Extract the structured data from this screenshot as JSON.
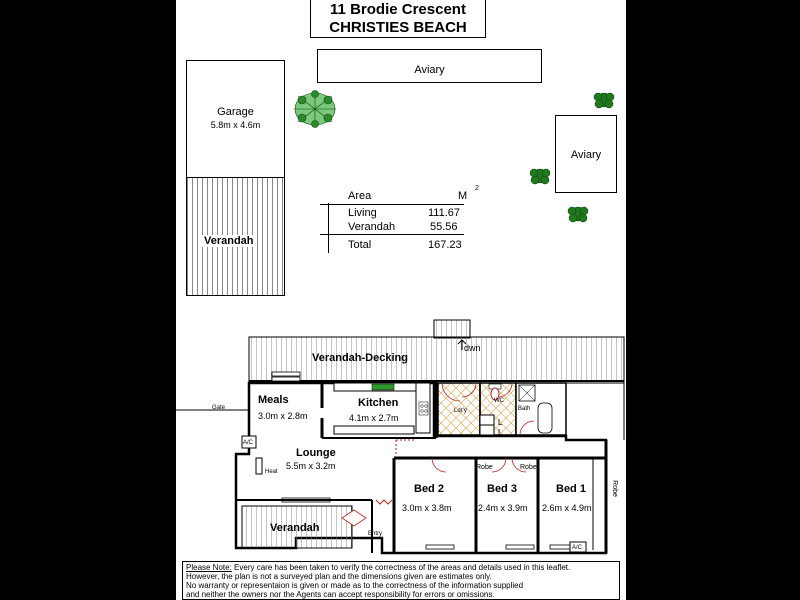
{
  "header": {
    "address_line1": "11 Brodie Crescent",
    "address_line2": "CHRISTIES BEACH"
  },
  "outbuildings": {
    "aviary_top": "Aviary",
    "aviary_right": "Aviary",
    "garage_label": "Garage",
    "garage_size": "5.8m x 4.6m",
    "verandah_left": "Verandah"
  },
  "area_table": {
    "header_area": "Area",
    "header_unit": "M",
    "header_unit_sup": "2",
    "rows": [
      {
        "label": "Living",
        "value": "111.67"
      },
      {
        "label": "Verandah",
        "value": "55.56"
      }
    ],
    "total_label": "Total",
    "total_value": "167.23"
  },
  "floorplan": {
    "verandah_decking": "Verandah-Decking",
    "dwn": "dwn",
    "meals": "Meals",
    "meals_size": "3.0m x 2.8m",
    "kitchen": "Kitchen",
    "kitchen_size": "4.1m x 2.7m",
    "laundry": "Ldr'y",
    "wc": "WC",
    "bath": "Bath",
    "l1": "L",
    "l2": "L",
    "gate": "Gate",
    "ac_left": "A/C",
    "heat": "Heat",
    "lounge": "Lounge",
    "lounge_size": "5.5m x 3.2m",
    "robe1": "Robe",
    "robe2": "Robe",
    "robe3": "Robe",
    "bed2": "Bed 2",
    "bed2_size": "3.0m x 3.8m",
    "bed3": "Bed 3",
    "bed3_size": "2.4m x 3.9m",
    "bed1": "Bed 1",
    "bed1_size": "2.6m x 4.9m",
    "verandah_front": "Verandah",
    "entry": "Entry",
    "ac_bottom": "A/C"
  },
  "note": {
    "heading": "Please Note:",
    "line1": "  Every care has been taken to verify the correctness of the areas and details used in this leaflet.",
    "line2": "However, the plan is not a surveyed plan and the dimensions given are estimates only.",
    "line3": "No warranty or representaion is given or made as to the correctness of the information supplied",
    "line4": "and neither the owners nor the Agents can accept responsibility for errors or omissions."
  },
  "icons": [
    "tree-icon",
    "shrub-icon",
    "stove-icon",
    "sink-icon",
    "toilet-icon",
    "shower-icon",
    "bath-icon",
    "door-swing-icon"
  ]
}
